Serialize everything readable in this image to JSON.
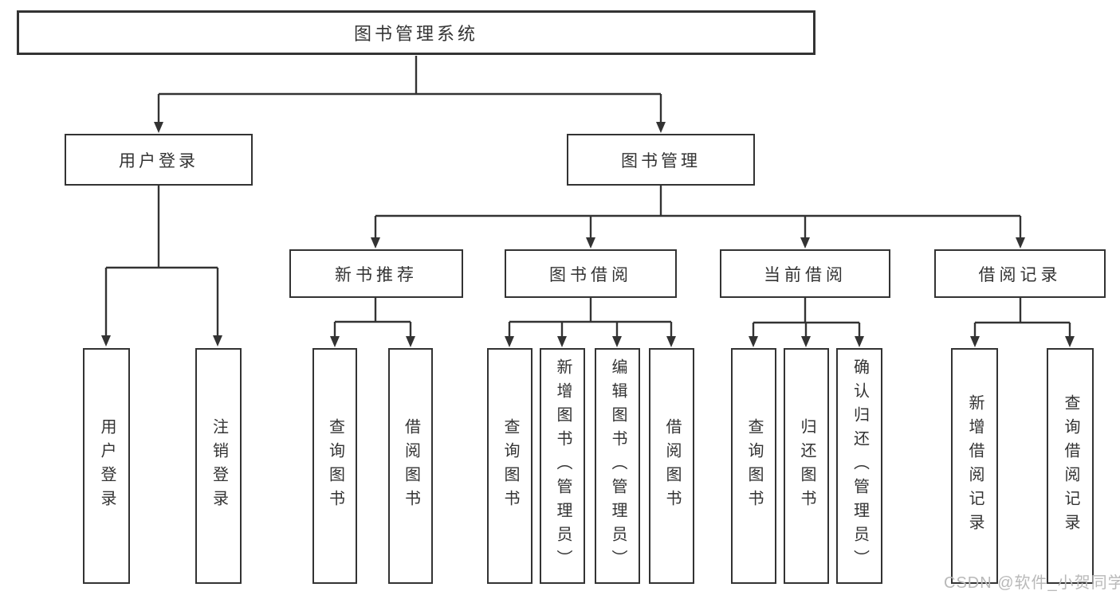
{
  "colors": {
    "line": "#333333",
    "text": "#333333",
    "box_background": "#ffffff",
    "watermark": "#b9b9b9"
  },
  "watermark": {
    "text": "CSDN @软件_小贺同学"
  },
  "tree": {
    "label": "图书管理系统",
    "children": [
      {
        "label": "用户登录",
        "children": [
          {
            "label": "用户登录"
          },
          {
            "label": "注销登录"
          }
        ]
      },
      {
        "label": "图书管理",
        "children": [
          {
            "label": "新书推荐",
            "children": [
              {
                "label": "查询图书"
              },
              {
                "label": "借阅图书"
              }
            ]
          },
          {
            "label": "图书借阅",
            "children": [
              {
                "label": "查询图书"
              },
              {
                "label": "新增图书（管理员）"
              },
              {
                "label": "编辑图书（管理员）"
              },
              {
                "label": "借阅图书"
              }
            ]
          },
          {
            "label": "当前借阅",
            "children": [
              {
                "label": "查询图书"
              },
              {
                "label": "归还图书"
              },
              {
                "label": "确认归还（管理员）"
              }
            ]
          },
          {
            "label": "借阅记录",
            "children": [
              {
                "label": "新增借阅记录"
              },
              {
                "label": "查询借阅记录"
              }
            ]
          }
        ]
      }
    ]
  }
}
